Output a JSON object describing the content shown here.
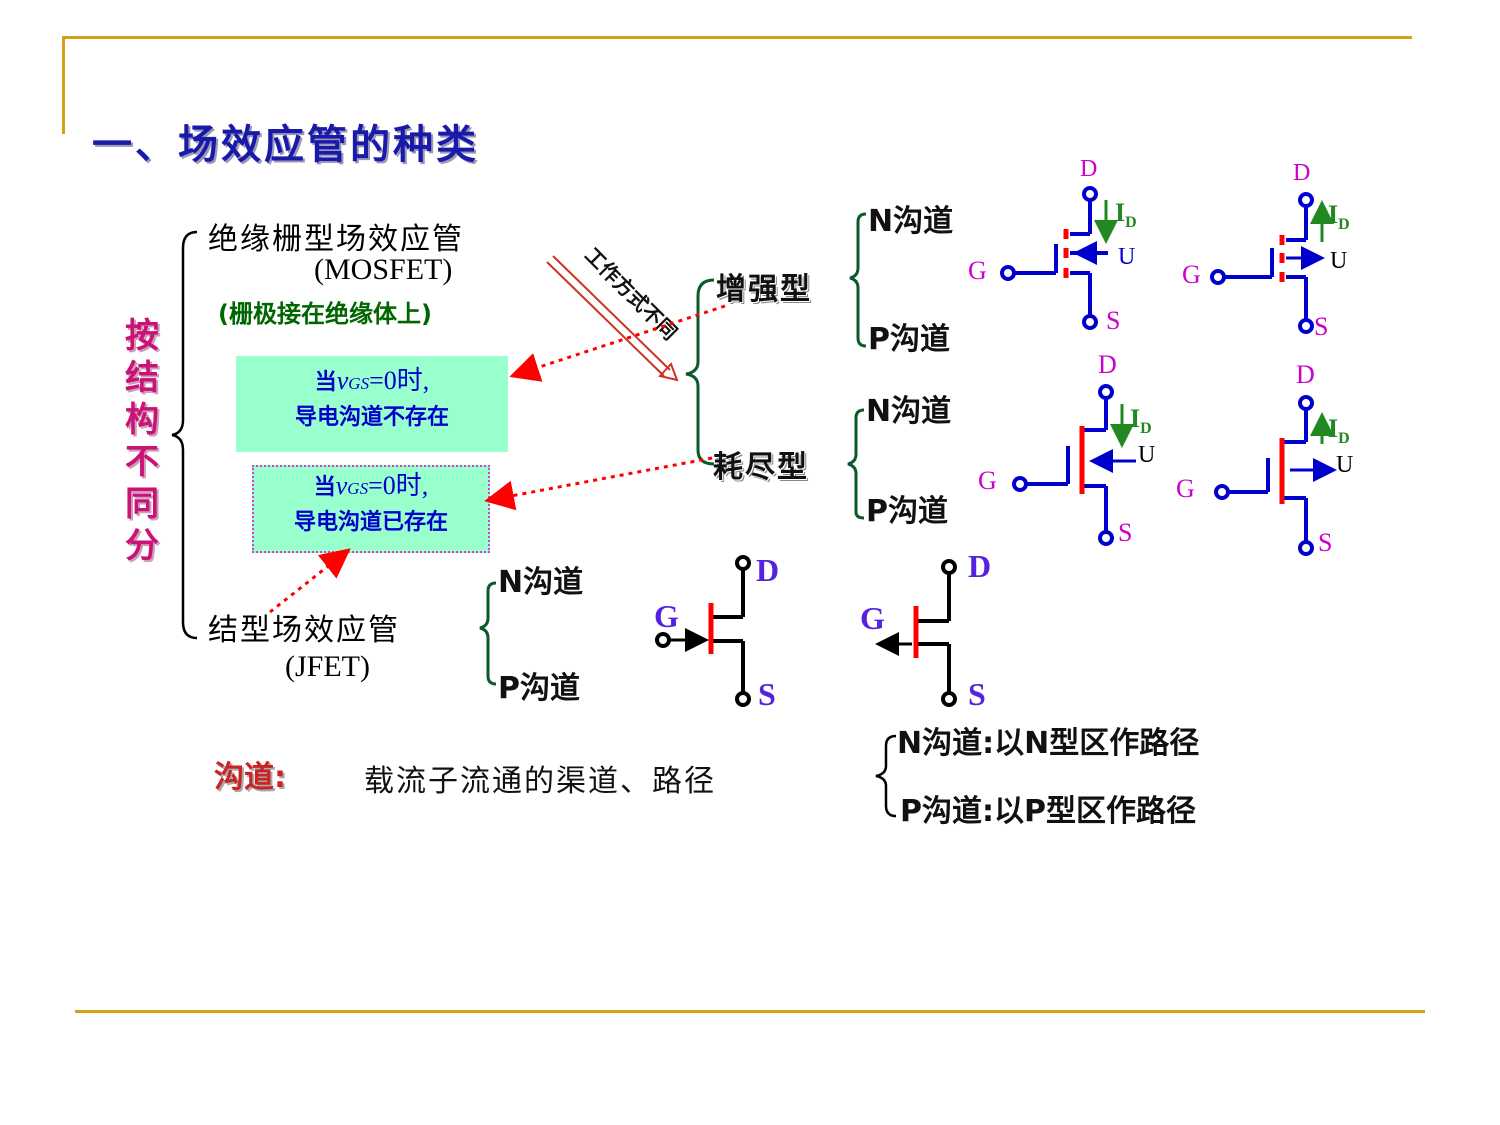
{
  "title": "一、场效应管的种类",
  "classify_label": [
    "按",
    "结",
    "构",
    "不",
    "同",
    "分"
  ],
  "mosfet": {
    "name": "绝缘栅型场效应管",
    "abbr": "(MOSFET)",
    "note": "(栅极接在绝缘体上)"
  },
  "jfet": {
    "name": "结型场效应管",
    "abbr": "(JFET)"
  },
  "work_mode_note": "工作方式不同",
  "enhancement": "增强型",
  "depletion": "耗尽型",
  "n_channel": "N沟道",
  "p_channel": "P沟道",
  "box_enh": {
    "prefix": "当",
    "var": "v",
    "sub": "GS",
    "eq": "=0时,",
    "line2": "导电沟道不存在"
  },
  "box_dep": {
    "prefix": "当",
    "var": "v",
    "sub": "GS",
    "eq": "=0时,",
    "line2": "导电沟道已存在"
  },
  "pins": {
    "d": "D",
    "g": "G",
    "s": "S",
    "u": "U",
    "id_main": "I",
    "id_sub": "D"
  },
  "channel_def": {
    "term": "沟道:",
    "text": "载流子流通的渠道、路径",
    "n_line": "N沟道:以N型区作路径",
    "p_line": "P沟道:以P型区作路径"
  },
  "colors": {
    "rule": "#d4a017",
    "circuit": "#0000cc",
    "gate_bar": "#ff0000",
    "pin_label": "#cc00cc",
    "current": "#228822",
    "brace": "#0a5a2a"
  }
}
